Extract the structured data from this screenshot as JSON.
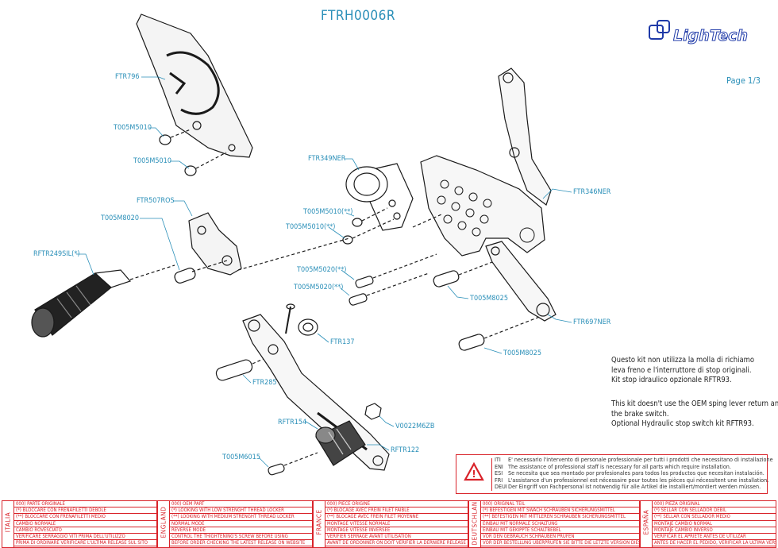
{
  "title": "FTRH0006R",
  "page": "Page 1/3",
  "brand": "LighTech",
  "labels": {
    "ftr796": "FTR796",
    "t005m5010_a": "T005M5010",
    "t005m5010_b": "T005M5010",
    "ftr507ros": "FTR507ROS",
    "t005m8020": "T005M8020",
    "rftr249sil": "RFTR249SIL(*)",
    "ftr349ner": "FTR349NER",
    "t005m5010_c": "T005M5010(**)",
    "t005m5010_d": "T005M5010(**)",
    "ftr346ner": "FTR346NER",
    "t005m5020_a": "T005M5020(**)",
    "t005m5020_b": "T005M5020(**)",
    "t005m8025_a": "T005M8025",
    "ftr697ner": "FTR697NER",
    "t005m8025_b": "T005M8025",
    "ftr137": "FTR137",
    "ftr285": "FTR285",
    "rftr154": "RFTR154",
    "v0022m6zb": "V0022M6ZB",
    "rftr122": "RFTR122",
    "t005m6015": "T005M6015"
  },
  "notes": {
    "it": [
      "Questo kit non utilizza la molla di richiamo",
      "leva freno e l'interruttore di stop originali.",
      "Kit stop idraulico opzionale RFTR93."
    ],
    "en": [
      "This kit doesn't use the OEM sping lever return and",
      "the brake switch.",
      "Optional Hydraulic stop switch kit RFTR93."
    ]
  },
  "warning": {
    "codes": [
      "ITI",
      "ENI",
      "ESI",
      "FRI",
      "DEUI"
    ],
    "lines": [
      "E' necessario l'intervento di personale professionale per tutti i prodotti che necessitano di installazione",
      "The assistance of professional staff is necessary for all parts which require installation.",
      "Se necesita que sea montado por profesionales para todos los productos que necesitan instalación.",
      "L'assistance d'un professionnel est nécessaire pour toutes les pièces qui nécessitent une installation.",
      "Der Eingriff von Fachpersonal ist notwendig  für alle Artikel die installiert/montiert werden müssen."
    ]
  },
  "legend": [
    {
      "country": "ITALIA",
      "rows": [
        "000) PARTE ORIGINALE",
        "(*) BLOCCARE CON FRENAFILETTI DEBOLE",
        "(**) BLOCCARE CON FRENAFILETTI MEDIO",
        "CAMBIO NORMALE",
        "CAMBIO ROVESCIATO",
        "VERIFICARE SERRAGGIO VITI PRIMA DELL'UTILIZZO",
        "PRIMA DI ORDINARE VERIFICARE L'ULTIMA RELEASE SUL SITO"
      ]
    },
    {
      "country": "ENGLAND",
      "rows": [
        "000) OEM PART",
        "(*) LOOKING WITH LOW STRENGHT THREAD LOCKER",
        "(**) LOOKING WITH MEDIUM STRENGHT THREAD LOCKER",
        "NORMAL MODE",
        "REVERSE MODE",
        "CONTROL THE THIGHTENING'S SCREW BEFORE USING",
        "BEFORE ORDER CHECKING THE LATEST RELEASE ON WEBSITE"
      ]
    },
    {
      "country": "FRANCE",
      "rows": [
        "000) PIECE ORIGINE",
        "(*) BLOCAGE AVEC FREIN FILET FAIBLE",
        "(**) BLOCAGE AVEC FREIN FILET MOYENNE",
        "MONTAGE VITESSE NORMALE",
        "MONTAGE VITESSE INVERSEE",
        "VERIFIER SERRAGE AVANT UTILISATION",
        "AVANT DE ORDONNER ON DOIT VERIFIER LA DERNIERE RELEASE SUR LE SITE INTERNET"
      ]
    },
    {
      "country": "DEUTSCHLAND",
      "rows": [
        "000) ORIGINAL TEIL",
        "(*) BEFESTIGEN MIT SWACH SCHRAUBEN SICHERUNGSMITTEL",
        "(**) BEFESTIGEN MIT MITTLEREN SCHRAUBEN SICHERUNGSMITTEL",
        "EINBAU MIT NORMALE SCHALTUNG",
        "EINBAU MIT GEKIPPTE SCHALTBEBEL",
        "VOR DEN GEBRAUCH SCHRAUBEN PRUFEN",
        "VOR DER BESTELLUNG ÜBERPRÜFEN SIE BITTE DIE LETZTE VERSION DIESER ARTIKEL AUF DER INTERNET SEITE VON LIGHTECH"
      ]
    },
    {
      "country": "ESPAÑA",
      "rows": [
        "000) PIEZA ORIGINAL",
        "(*) SELLAR CON SELLADOR DEBIL",
        "(**) SELLAR CON SELLADOR MEDIO",
        "MONTAJE CAMBIO NORMAL",
        "MONTAJE CAMBIO INVERSO",
        "VERIFICAR EL APRIETE ANTES DE UTILIZAR",
        "ANTES DE HACER EL PEDIDO, VERIFICAR LA ULTIMA VERSION EN LA WEB LIGHTECH"
      ]
    }
  ],
  "colors": {
    "label": "#2a8fb8",
    "logo": "#1f3aa8",
    "warning": "#d9232a"
  }
}
